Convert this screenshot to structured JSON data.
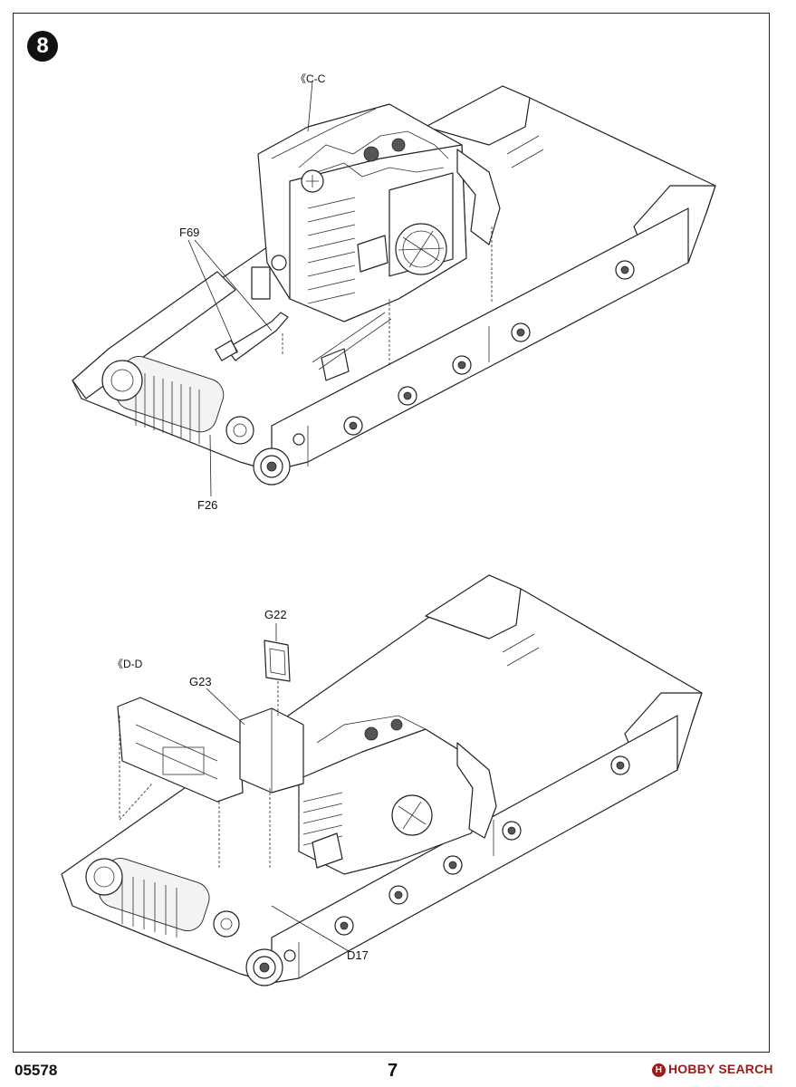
{
  "step": {
    "number": "8"
  },
  "top_assembly": {
    "view_label": "《C-C",
    "part_labels": {
      "f69": "F69",
      "f26": "F26"
    }
  },
  "bottom_assembly": {
    "view_label": "《D-D",
    "part_labels": {
      "g22": "G22",
      "g23": "G23",
      "d17": "D17"
    }
  },
  "footer": {
    "product_code": "05578",
    "page_number": "7",
    "watermark_text": "HOBBY SEARCH",
    "watermark_mark": "H"
  }
}
